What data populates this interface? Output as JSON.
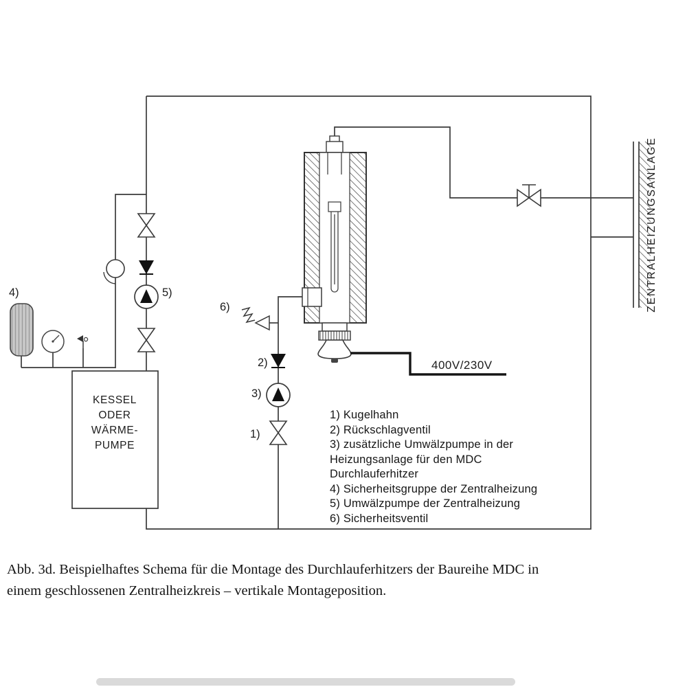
{
  "colors": {
    "pipe": "#3a3a3a",
    "symbol_fill": "#111111",
    "hatch": "#4d4d4d",
    "vessel_gray": "#c9c9c9"
  },
  "diagram": {
    "callouts": {
      "c1": "1)",
      "c2": "2)",
      "c3": "3)",
      "c4": "4)",
      "c5": "5)",
      "c6": "6)"
    },
    "boiler_lines": [
      "KESSEL",
      "ODER",
      "WÄRME-",
      "PUMPE"
    ],
    "wall_label": "ZENTRALHEIZUNGSANLAGE",
    "power_label": "400V/230V"
  },
  "legend": {
    "lines": [
      "1) Kugelhahn",
      "2) Rückschlagventil",
      "3) zusätzliche Umwälzpumpe in der",
      "Heizungsanlage für den MDC",
      "Durchlauferhitzer",
      "4) Sicherheitsgruppe der Zentralheizung",
      "5) Umwälzpumpe der Zentralheizung",
      "6) Sicherheitsventil"
    ]
  },
  "caption": {
    "line1": "Abb. 3d. Beispielhaftes Schema für die Montage des Durchlauferhitzers der Baureihe MDC in",
    "line2": "einem geschlossenen Zentralheizkreis – vertikale Montageposition."
  }
}
